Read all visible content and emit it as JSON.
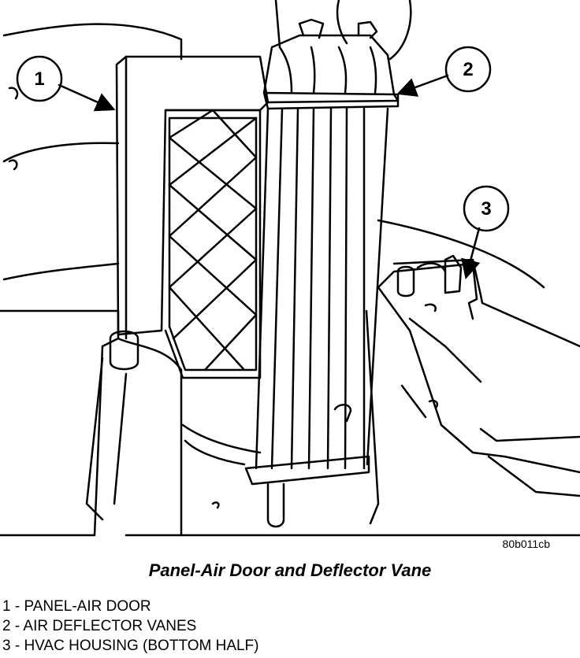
{
  "figure_id": "80b011cb",
  "caption": "Panel-Air Door and Deflector Vane",
  "callouts": [
    {
      "number": "1",
      "label": "1 - PANEL-AIR DOOR"
    },
    {
      "number": "2",
      "label": "2 - AIR DEFLECTOR VANES"
    },
    {
      "number": "3",
      "label": "3 - HVAC HOUSING (BOTTOM HALF)"
    }
  ]
}
